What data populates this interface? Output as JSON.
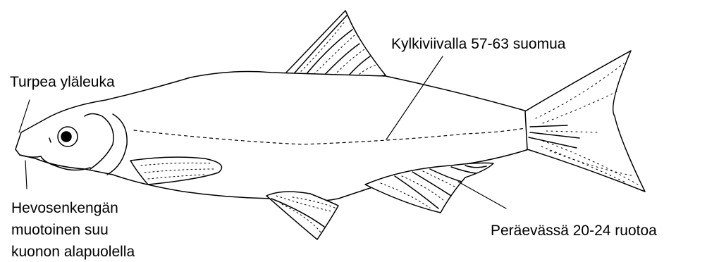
{
  "labels": {
    "upper_jaw": "Turpea yläleuka",
    "lateral_line": "Kylkiviivalla 57-63 suomua",
    "mouth_line1": "Hevosenkengän",
    "mouth_line2": "muotoinen suu",
    "mouth_line3": "kuonon alapuolella",
    "anal_fin": "Peräevässä 20-24 ruotoa"
  },
  "colors": {
    "line": "#000000",
    "background": "#ffffff"
  }
}
